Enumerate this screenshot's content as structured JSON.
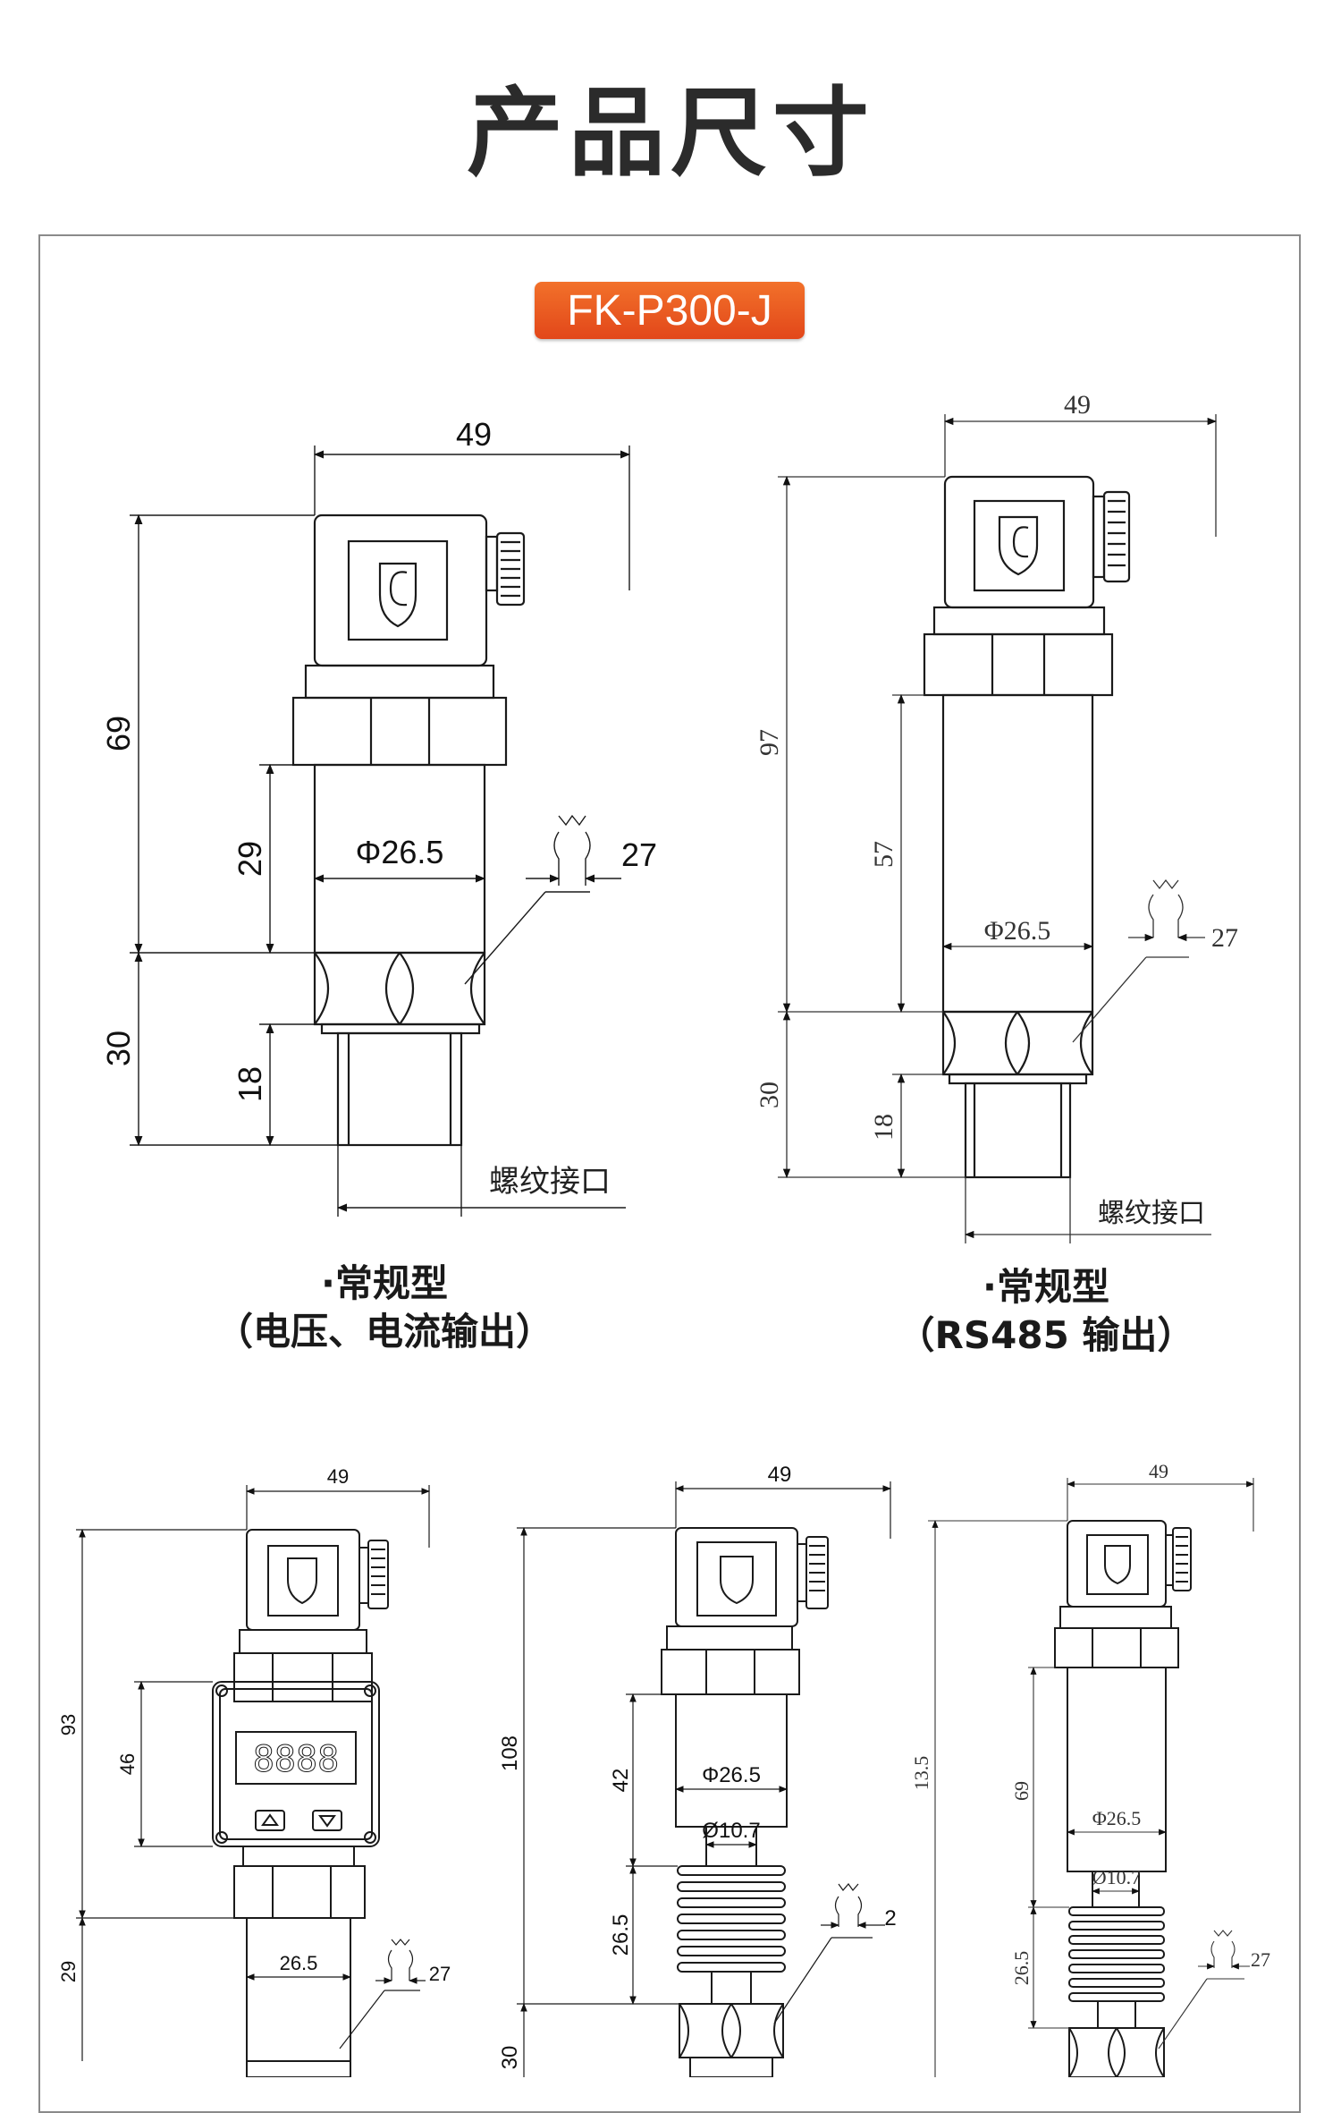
{
  "page": {
    "title": "产品尺寸",
    "model": "FK-P300-J"
  },
  "drawing_1": {
    "width": "49",
    "height_total": "69",
    "body": "29",
    "diameter": "Φ26.5",
    "wrench": "27",
    "bottom_total": "30",
    "thread": "18",
    "thread_label": "螺纹接口"
  },
  "drawing_2": {
    "width": "49",
    "height_total": "97",
    "body": "57",
    "diameter": "Φ26.5",
    "wrench": "27",
    "bottom_total": "30",
    "thread": "18",
    "thread_label": "螺纹接口"
  },
  "drawing_3": {
    "width": "49",
    "height_total": "93",
    "display": "46",
    "bottom": "29",
    "diameter": "26.5",
    "wrench": "27"
  },
  "drawing_4": {
    "width": "49",
    "height_total": "108",
    "body": "42",
    "diameter": "Φ26.5",
    "neck": "Ø10.7",
    "fins": "26.5",
    "wrench": "2",
    "bottom": "30"
  },
  "drawing_5": {
    "width": "49",
    "height_total": "13.5",
    "body": "69",
    "diameter": "Φ26.5",
    "neck": "Ø10.7",
    "fins": "26.5",
    "wrench": "27"
  },
  "captions": {
    "c1_line1": "·常规型",
    "c1_line2": "（电压、电流输出）",
    "c2_line1": "·常规型",
    "c2_line2": "（RS485 输出）"
  },
  "colors": {
    "badge": "#e8561f",
    "line": "#1a1a1a"
  }
}
